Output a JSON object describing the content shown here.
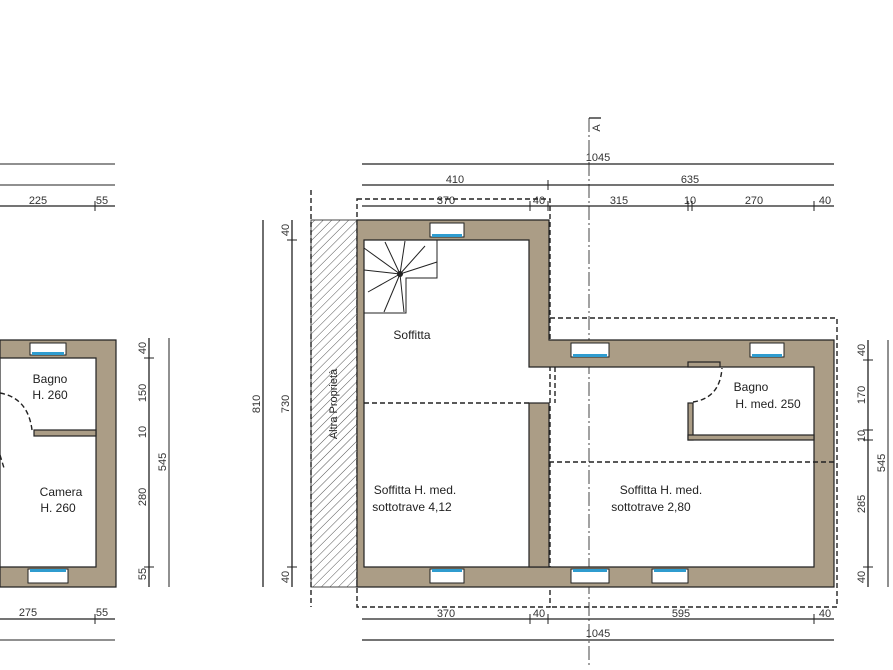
{
  "section_marker": "A",
  "dimensions": {
    "main_top_total": "1045",
    "main_top_left": "410",
    "main_top_right": "635",
    "main_top_seg1": "370",
    "main_top_seg2": "40",
    "main_top_seg3": "315",
    "main_top_seg4": "10",
    "main_top_seg5": "270",
    "main_top_seg6": "40",
    "main_left_total": "810",
    "main_left_inner": "730",
    "main_left_top": "40",
    "main_left_bottom": "40",
    "main_bottom_seg1": "370",
    "main_bottom_seg2": "40",
    "main_bottom_seg3": "595",
    "main_bottom_seg4": "40",
    "main_bottom_total": "1045",
    "main_right_seg1": "40",
    "main_right_seg2": "170",
    "main_right_seg3": "10",
    "main_right_seg4": "285",
    "main_right_seg5": "40",
    "main_right_total": "545",
    "left_top_seg1": "225",
    "left_top_seg2": "55",
    "left_bottom_seg1": "275",
    "left_bottom_seg2": "55",
    "left_right_seg1": "40",
    "left_right_seg2": "150",
    "left_right_seg3": "10",
    "left_right_seg4": "280",
    "left_right_seg5": "55",
    "left_right_total": "545"
  },
  "rooms": {
    "left_bagno_name": "Bagno",
    "left_bagno_height": "H. 260",
    "left_camera_name": "Camera",
    "left_camera_height": "H. 260",
    "soffitta": "Soffitta",
    "soffitta_left_line1": "Soffitta H. med.",
    "soffitta_left_line2": "sottotrave 4,12",
    "soffitta_right_line1": "Soffitta H. med.",
    "soffitta_right_line2": "sottotrave 2,80",
    "bagno_name": "Bagno",
    "bagno_height": "H. med. 250"
  },
  "labels": {
    "altra_proprieta": "Altra Proprietà"
  },
  "colors": {
    "wall": "#ab9d86",
    "window_glass": "#2f9ccf"
  }
}
